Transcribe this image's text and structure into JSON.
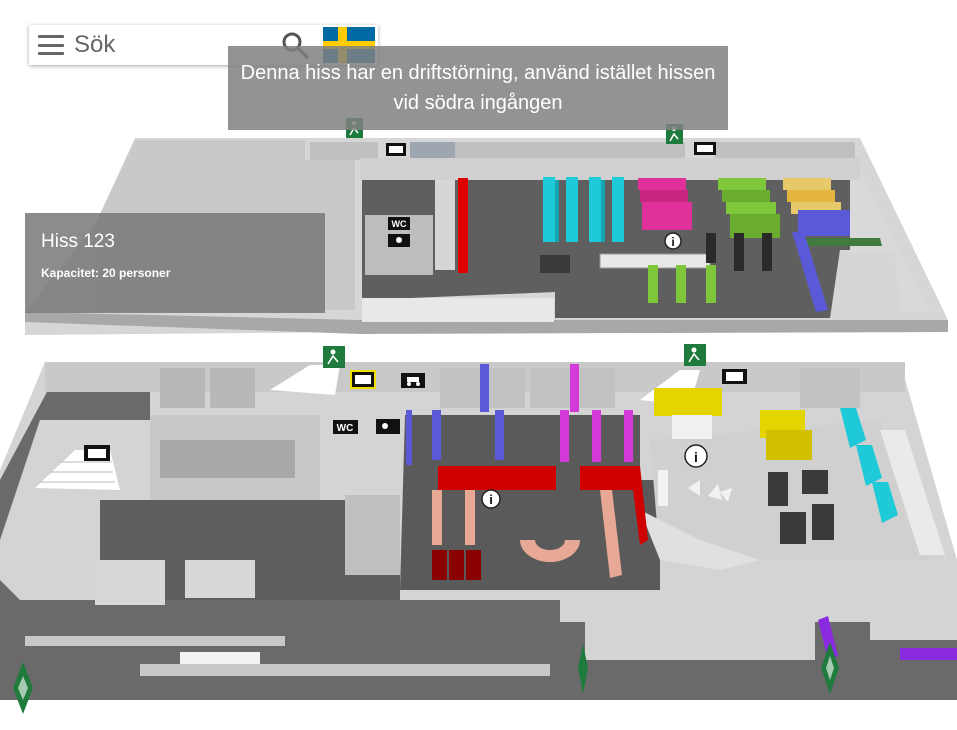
{
  "search": {
    "placeholder": "Sök"
  },
  "language": {
    "name": "Svenska",
    "flag_colors": [
      "#006aa7",
      "#fecc00"
    ]
  },
  "alert": {
    "text": "Denna hiss har en driftstörning, använd istället hissen vid södra ingången"
  },
  "info_panel": {
    "title": "Hiss 123",
    "subtitle": "Kapacitet: 20 personer"
  },
  "icons": {
    "wc": "WC",
    "wc_small": "WC",
    "info": "i",
    "emergency_exit": "emergency-exit-sign",
    "elevator": "elevator-sign",
    "accessible_wc": "accessible-wc-sign",
    "stroller": "stroller-sign"
  },
  "colors": {
    "floor": "#5f5f5f",
    "walls": "#cfcfcf",
    "red_shelf": "#e00000",
    "cyan_shelf": "#1ecad8",
    "magenta_shelf": "#e0309a",
    "green_shelf": "#7ec63a",
    "yellow_shelf": "#e4d400",
    "blue_shelf": "#5a5ad8",
    "violet_shelf": "#8a2be2",
    "salmon_counter": "#e7a896",
    "exit_green": "#1f7a3d"
  }
}
